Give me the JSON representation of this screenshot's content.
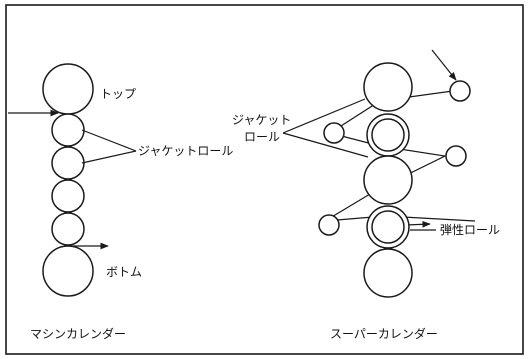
{
  "machine_calender": {
    "title": "マシンカレンダー",
    "top_label": "トップ",
    "jacket_label": "ジャケットロール",
    "bottom_label": "ボトム"
  },
  "super_calender": {
    "title": "スーパーカレンダー",
    "jacket_label_line1": "ジャケット",
    "jacket_label_line2": "ロール",
    "elastic_label": "弾性ロール"
  }
}
